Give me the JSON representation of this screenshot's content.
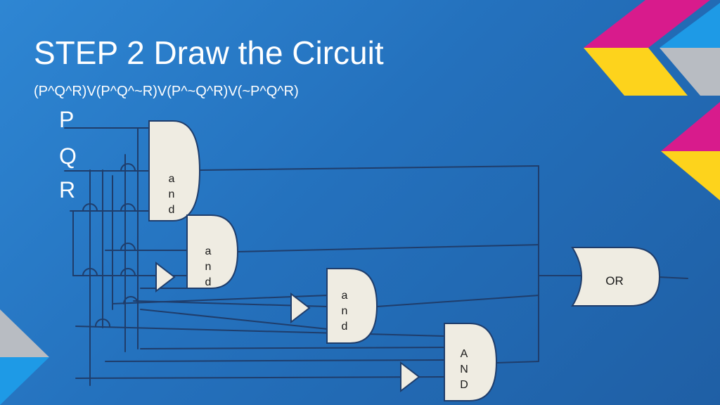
{
  "slide": {
    "title": "STEP 2 Draw the Circuit",
    "expression": "(P^Q^R)V(P^Q^~R)V(P^~Q^R)V(~P^Q^R)"
  },
  "inputs": [
    "P",
    "Q",
    "R"
  ],
  "gates": {
    "and1_label": "and",
    "and2_label": "and",
    "and3_label": "and",
    "and4_label": "AND",
    "or_label": "OR"
  },
  "colors": {
    "background": "#2471bd",
    "wire": "#1f3d6b",
    "gate_fill": "#efece2",
    "deco_pink": "#d81b8c",
    "deco_yellow": "#fdd31c",
    "deco_blue": "#1e9ae6",
    "deco_gray": "#b8bcc2"
  }
}
